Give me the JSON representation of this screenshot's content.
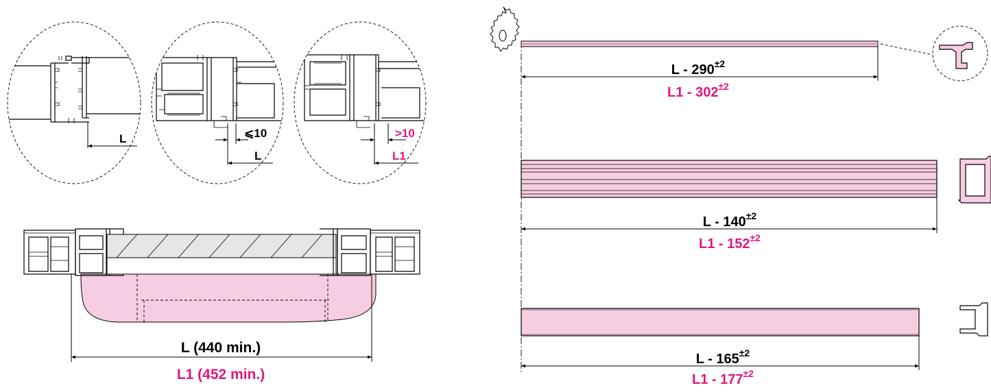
{
  "colors": {
    "accent": "#e2167f",
    "fill_pink": "#f7cde3",
    "line": "#000000"
  },
  "details": {
    "d1": {
      "label_L": "L"
    },
    "d2": {
      "label_le10": "⩽10",
      "label_L": "L"
    },
    "d3": {
      "label_gt10": ">10",
      "label_L1": "L1"
    }
  },
  "assembly": {
    "label_L": "L (440 min.)",
    "label_L1": "L1 (452 min.)"
  },
  "cuts": [
    {
      "label_L": "L - 290",
      "label_L1": "L1 - 302",
      "tolerance": "±2"
    },
    {
      "label_L": "L - 140",
      "label_L1": "L1 - 152",
      "tolerance": "±2"
    },
    {
      "label_L": "L - 165",
      "label_L1": "L1 - 177",
      "tolerance": "±2"
    }
  ]
}
